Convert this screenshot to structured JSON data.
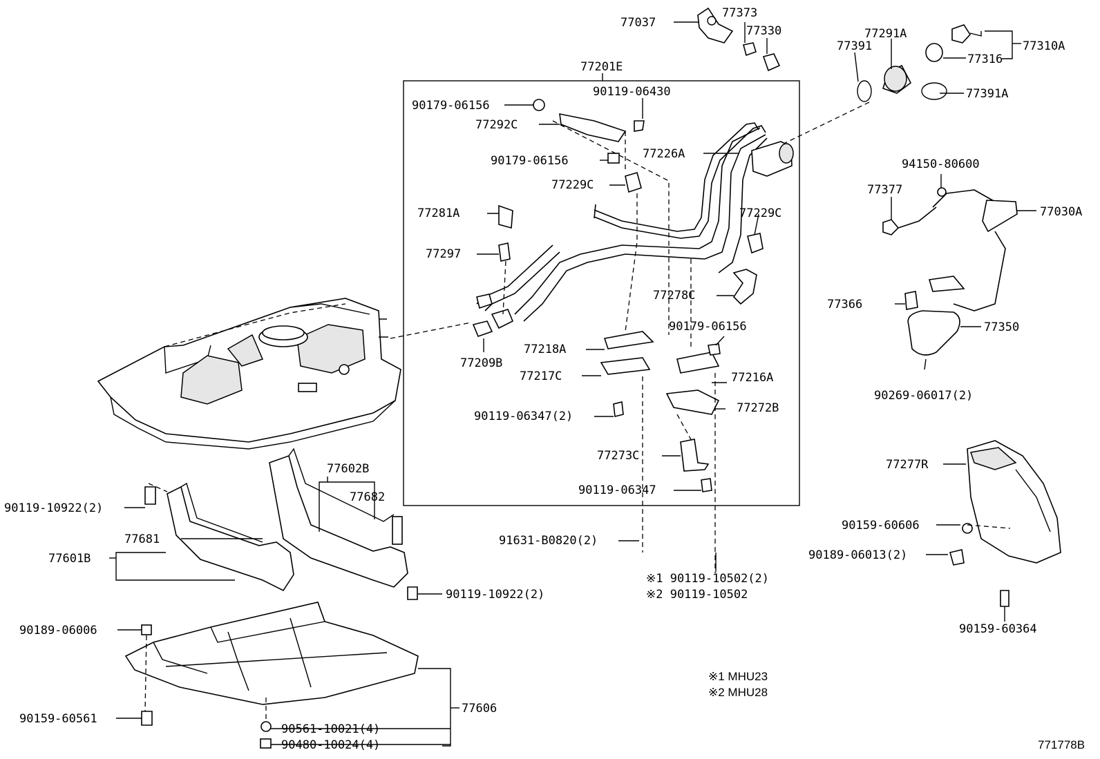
{
  "labels": {
    "p77037": "77037",
    "p77373": "77373",
    "p77330": "77330",
    "p77201E": "77201E",
    "p90119_06430": "90119-06430",
    "p90179_06156_a": "90179-06156",
    "p77292C": "77292C",
    "p90179_06156_b": "90179-06156",
    "p77226A": "77226A",
    "p77229C_a": "77229C",
    "p77281A": "77281A",
    "p77229C_b": "77229C",
    "p77297": "77297",
    "p77278C": "77278C",
    "p90179_06156_c": "90179-06156",
    "p77218A": "77218A",
    "p77209B": "77209B",
    "p77217C": "77217C",
    "p77216A": "77216A",
    "p90119_06347_2": "90119-06347(2)",
    "p77272B": "77272B",
    "p77273C": "77273C",
    "p90119_06347": "90119-06347",
    "p91631_B0820": "91631-B0820(2)",
    "p90119_10502_1": "※1 90119-10502(2)",
    "p90119_10502_2": "※2 90119-10502",
    "p77291A": "77291A",
    "p77391": "77391",
    "p77310A": "77310A",
    "p77316": "77316",
    "p77391A": "77391A",
    "p94150_80600": "94150-80600",
    "p77377": "77377",
    "p77030A": "77030A",
    "p77366": "77366",
    "p77350": "77350",
    "p90269_06017": "90269-06017(2)",
    "p77277R": "77277R",
    "p90159_60606": "90159-60606",
    "p90189_06013": "90189-06013(2)",
    "p90159_60364": "90159-60364",
    "p77602B": "77602B",
    "p77682": "77682",
    "p90119_10922_a": "90119-10922(2)",
    "p77681": "77681",
    "p77601B": "77601B",
    "p90119_10922_b": "90119-10922(2)",
    "p90189_06006": "90189-06006",
    "p90159_60561": "90159-60561",
    "p77606": "77606",
    "p90561_10021": "90561-10021(4)",
    "p90480_10024": "90480-10024(4)"
  },
  "notes": {
    "n1": "※1 MHU23",
    "n2": "※2 MHU28"
  },
  "diagram_id": "771778B"
}
